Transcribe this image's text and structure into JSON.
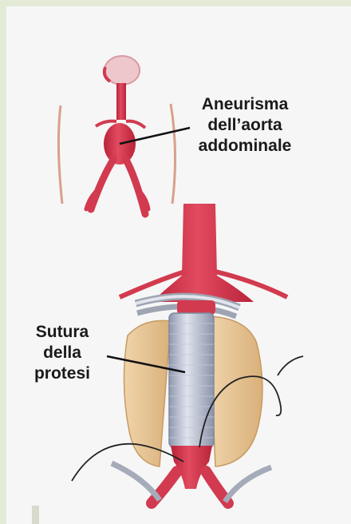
{
  "labels": {
    "aneurysm": [
      "Aneurisma",
      "dell’aorta",
      "addominale"
    ],
    "suture": [
      "Sutura",
      "della",
      "protesi"
    ]
  },
  "colors": {
    "background": "#e3ebd7",
    "panel": "#f6f6f6",
    "artery": "#d8334a",
    "artery_dark": "#a81f33",
    "tissue": "#e9c99a",
    "graft": "#b7bfd2",
    "clamp": "#c9cdd6",
    "text": "#1a1a1a"
  },
  "icons": [
    "aorta-illustration",
    "graft-illustration",
    "clamp-icon",
    "suture-thread-icon"
  ]
}
